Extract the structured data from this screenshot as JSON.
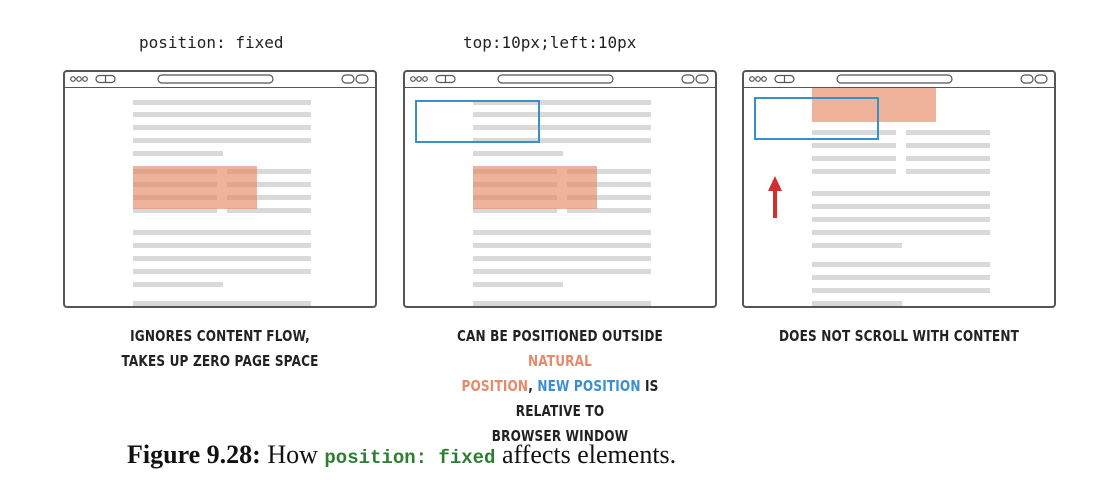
{
  "labels": {
    "panel1": "position: fixed",
    "panel2": "top:10px;left:10px"
  },
  "captions": {
    "panel1": {
      "line1": "IGNORES CONTENT FLOW,",
      "line2": "TAKES UP ZERO PAGE SPACE"
    },
    "panel2": {
      "part1": "CAN  BE POSITIONED OUTSIDE ",
      "part2_orange": "NATURAL",
      "part3_orange": "POSITION",
      "part4": ", ",
      "part5_blue": "NEW POSITION",
      "part6": " IS RELATIVE TO",
      "line3": "BROWSER WINDOW"
    },
    "panel3": {
      "line1": "DOES NOT SCROLL WITH CONTENT"
    }
  },
  "figure_caption": {
    "prefix": "Figure 9.28:",
    "text_before": " How ",
    "code": "position: fixed",
    "text_after": " affects elements."
  },
  "colors": {
    "highlight_orange": "#e5825d",
    "position_blue": "#3a8fc9",
    "arrow_red": "#d32f2f",
    "content_line_gray": "#d9d9d9"
  },
  "icons": [
    "browser-window-controls-icon",
    "up-arrow-icon"
  ]
}
